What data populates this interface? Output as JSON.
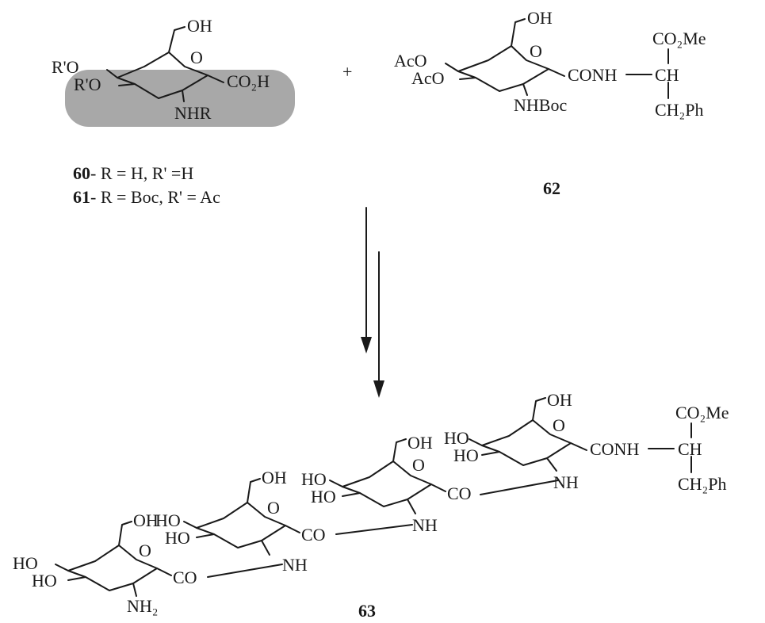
{
  "figure": {
    "plus": "+",
    "compound_60": {
      "number": "60",
      "text": " - R = H, R' =H"
    },
    "compound_61": {
      "number": "61",
      "text": " - R = Boc, R' = Ac"
    },
    "compound_62": {
      "number": "62"
    },
    "compound_63": {
      "number": "63"
    },
    "highlight_color": "#a8a8a8"
  },
  "sugar_60_61": {
    "oh": "OH",
    "r1": "R'O",
    "r2": "R'O",
    "o": "O",
    "acid": "CO₂H",
    "nhr": "NHR"
  },
  "sugar_62": {
    "oh": "OH",
    "r1": "AcO",
    "r2": "AcO",
    "o": "O",
    "amide": "CONH",
    "nh": "NHBoc",
    "ester": "CO₂Me",
    "ch": "CH",
    "side": "CH₂Ph"
  },
  "tetramer_63": {
    "u1": {
      "oh": "OH",
      "r1": "HO",
      "r2": "HO",
      "o": "O",
      "co": "CO",
      "nh": "NH₂"
    },
    "u2": {
      "oh": "OH",
      "r1": "HO",
      "r2": "HO",
      "o": "O",
      "co": "CO",
      "nh": "NH"
    },
    "u3": {
      "oh": "OH",
      "r1": "HO",
      "r2": "HO",
      "o": "O",
      "co": "CO",
      "nh": "NH"
    },
    "u4": {
      "oh": "OH",
      "r1": "HO",
      "r2": "HO",
      "o": "O",
      "amide": "CONH",
      "nh": "NH",
      "ester": "CO₂Me",
      "ch": "CH",
      "side": "CH₂Ph"
    }
  }
}
